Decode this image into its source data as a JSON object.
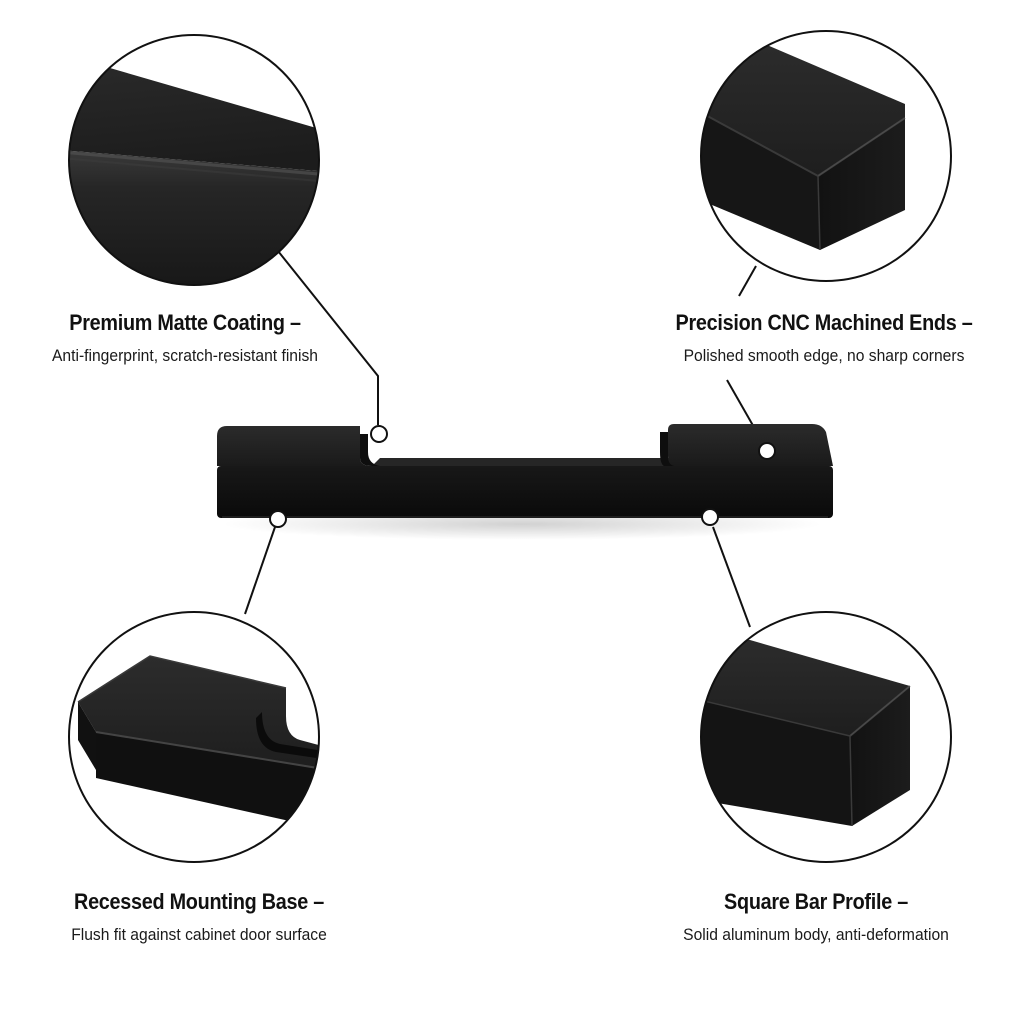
{
  "colors": {
    "background": "#ffffff",
    "handle": "#141414",
    "text": "#111111",
    "callout_line": "#111111"
  },
  "features": {
    "top_left": {
      "title": "Premium Matte Coating –",
      "description": "Anti-fingerprint, scratch-resistant finish",
      "icon": "matte-surface-closeup-icon"
    },
    "top_right": {
      "title": "Precision CNC Machined Ends –",
      "description": "Polished smooth edge, no sharp corners",
      "icon": "machined-end-closeup-icon"
    },
    "bottom_left": {
      "title": "Recessed Mounting Base –",
      "description": "Flush fit against cabinet door surface",
      "icon": "recessed-base-closeup-icon"
    },
    "bottom_right": {
      "title": "Square Bar Profile –",
      "description": "Solid aluminum body, anti-deformation",
      "icon": "square-profile-closeup-icon"
    }
  },
  "product": {
    "icon": "cabinet-handle-icon"
  }
}
